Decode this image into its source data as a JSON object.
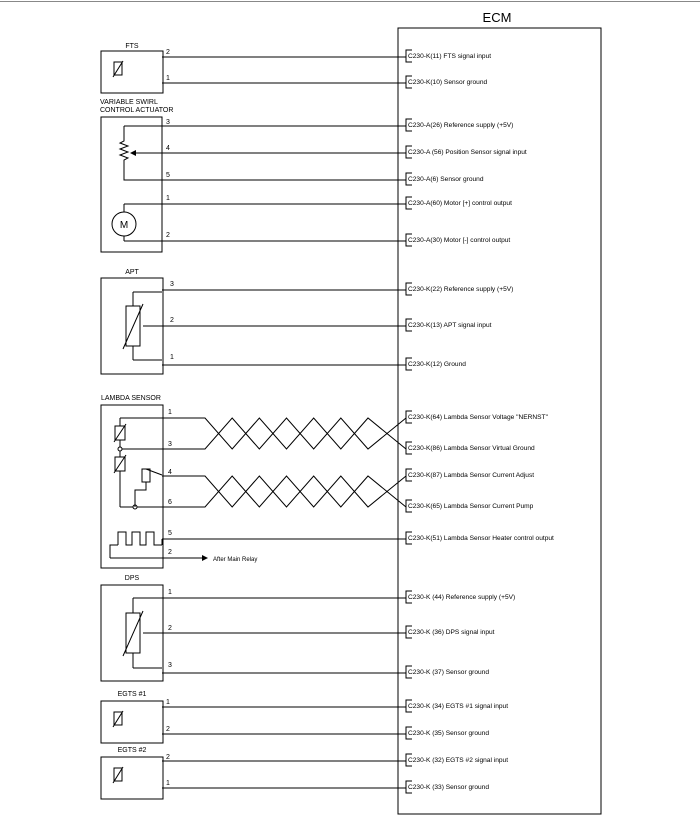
{
  "ecm": {
    "title": "ECM"
  },
  "components": {
    "fts": {
      "label": "FTS",
      "pins": [
        "2",
        "1"
      ]
    },
    "vsca": {
      "label_line1": "VARIABLE SWIRL",
      "label_line2": "CONTROL ACTUATOR",
      "motor": "M",
      "pins": [
        "3",
        "4",
        "5",
        "1",
        "2"
      ]
    },
    "apt": {
      "label": "APT",
      "pins": [
        "3",
        "2",
        "1"
      ]
    },
    "lambda": {
      "label": "LAMBDA SENSOR",
      "pins": [
        "1",
        "3",
        "4",
        "6",
        "5",
        "2"
      ],
      "relay_text": "After Main Relay"
    },
    "dps": {
      "label": "DPS",
      "pins": [
        "1",
        "2",
        "3"
      ]
    },
    "egts1": {
      "label": "EGTS #1",
      "pins": [
        "1",
        "2"
      ]
    },
    "egts2": {
      "label": "EGTS #2",
      "pins": [
        "2",
        "1"
      ]
    }
  },
  "ecm_pins": [
    "C230-K(11) FTS signal input",
    "C230-K(10) Sensor ground",
    "C230-A(26) Reference supply (+5V)",
    "C230-A (56) Position Sensor signal input",
    "C230-A(6) Sensor ground",
    "C230-A(60) Motor [+] control output",
    "C230-A(30) Motor [-] control output",
    "C230-K(22) Reference supply (+5V)",
    "C230-K(13) APT signal input",
    "C230-K(12) Ground",
    "C230-K(64)  Lambda Sensor Voltage \"NERNST\"",
    "C230-K(86) Lambda Sensor Virtual Ground",
    "C230-K(87) Lambda Sensor Current Adjust",
    "C230-K(65)  Lambda Sensor Current Pump",
    "C230-K(51) Lambda Sensor Heater control output",
    "C230-K (44) Reference supply (+5V)",
    "C230-K (36) DPS signal input",
    "C230-K (37) Sensor ground",
    "C230-K (34) EGTS #1 signal input",
    "C230-K (35) Sensor ground",
    "C230-K (32) EGTS #2 signal input",
    "C230-K (33) Sensor ground"
  ]
}
